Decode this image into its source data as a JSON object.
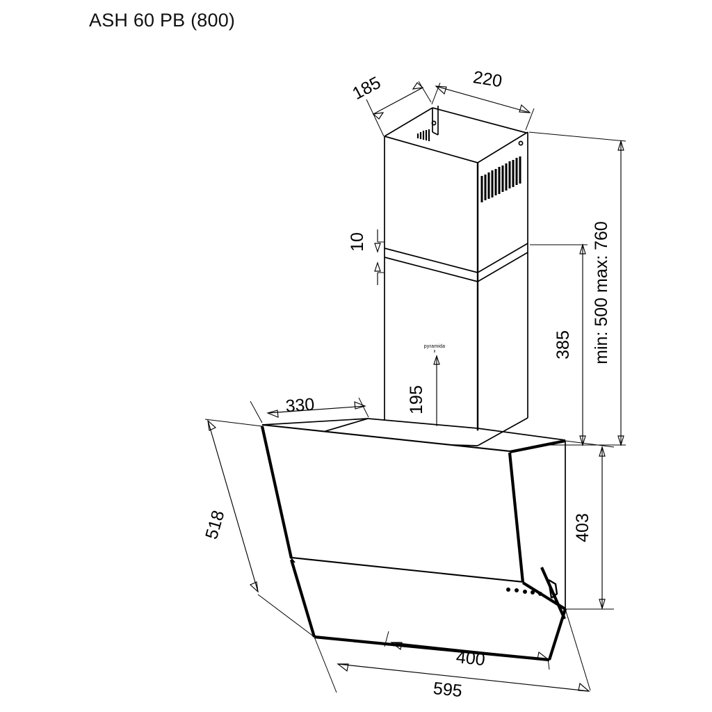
{
  "title": "ASH 60 PB (800)",
  "brand": "pyramida",
  "units": "mm",
  "product": {
    "model": "ASH 60 PB",
    "power_code": "800",
    "type": "inclined wall-mounted cooker hood"
  },
  "dimensions": {
    "chimney_top_depth": "185",
    "chimney_top_width": "220",
    "chimney_gap": "10",
    "lower_chimney_height": "195",
    "chimney_height": "385",
    "install_height_range": "min: 500 max: 760",
    "hood_depth": "330",
    "hood_front_height": "518",
    "hood_body_height": "403",
    "glass_panel_width": "400",
    "hood_width": "595"
  },
  "dimension_list": [
    {
      "id": "dim-185",
      "value": "185",
      "desc": "chimney top depth"
    },
    {
      "id": "dim-220",
      "value": "220",
      "desc": "chimney top width"
    },
    {
      "id": "dim-10",
      "value": "10",
      "desc": "chimney section gap"
    },
    {
      "id": "dim-195",
      "value": "195",
      "desc": "lower chimney height"
    },
    {
      "id": "dim-385",
      "value": "385",
      "desc": "upper chimney height"
    },
    {
      "id": "dim-minmax",
      "value": "min: 500 max: 760",
      "desc": "adjustable chimney height range"
    },
    {
      "id": "dim-330",
      "value": "330",
      "desc": "hood depth"
    },
    {
      "id": "dim-518",
      "value": "518",
      "desc": "hood front panel height"
    },
    {
      "id": "dim-403",
      "value": "403",
      "desc": "hood body height"
    },
    {
      "id": "dim-400",
      "value": "400",
      "desc": "glass panel width"
    },
    {
      "id": "dim-595",
      "value": "595",
      "desc": "hood overall width"
    }
  ],
  "controls": {
    "button_count": 5,
    "label": "touch control buttons"
  },
  "colors": {
    "line": "#000000",
    "background": "#ffffff",
    "text": "#000000"
  }
}
